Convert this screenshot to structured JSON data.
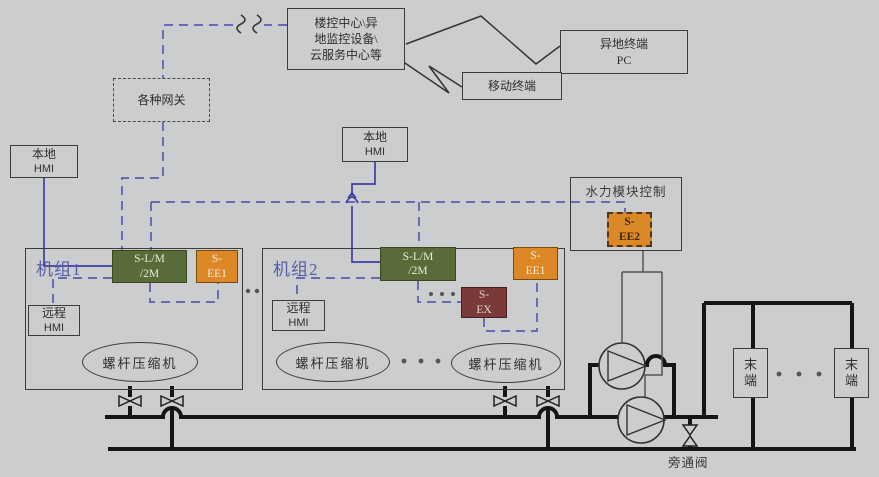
{
  "labels": {
    "building_center_1": "楼控中心\\异",
    "building_center_2": "地监控设备\\",
    "building_center_3": "云服务中心等",
    "remote_pc_1": "异地终端",
    "remote_pc_2": "PC",
    "mobile_terminal": "移动终端",
    "gateway": "各种网关",
    "local_hmi_1": "本地",
    "local_hmi_2": "HMI",
    "hydraulic_title": "水力模块控制",
    "s_ee2_1": "S-",
    "s_ee2_2": "EE2",
    "unit1": "机组1",
    "unit2": "机组2",
    "slm_1": "S-L/M",
    "slm_2": "/2M",
    "s_ee1_1": "S-",
    "s_ee1_2": "EE1",
    "s_ex_1": "S-",
    "s_ex_2": "EX",
    "remote_hmi_1": "远程",
    "remote_hmi_2": "HMI",
    "compressor": "螺杆压缩机",
    "terminal": "末端",
    "bypass_valve": "旁通阀"
  },
  "colors": {
    "background": "#cccdcf",
    "module_green": "#5a6b3a",
    "module_orange": "#dd8826",
    "module_maroon": "#7a3a3a",
    "wire_blue_solid": "#3f3fa0",
    "wire_blue_dashed": "#5b5bb0",
    "pipe_black": "#151515"
  }
}
